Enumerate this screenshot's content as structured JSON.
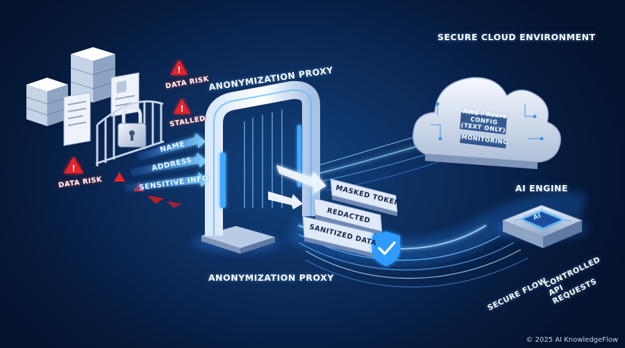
{
  "labels": {
    "secure_cloud": "SECURE CLOUD ENVIRONMENT",
    "proxy_top": "ANONYMIZATION PROXY",
    "proxy_bottom": "ANONYMIZATION PROXY",
    "ai_engine": "AI ENGINE",
    "cloud_config_line1": "AWS / Azure",
    "cloud_config_line2": "CONFIG",
    "cloud_config_line3": "(TEXT ONLY)",
    "cloud_monitoring": "MONITORING",
    "ai_chip": "AI",
    "secure_flow": "SECURE FLOW",
    "controlled_api": "CONTROLLED API REQUESTS"
  },
  "risk_labels": {
    "data_risk_top": "DATA RISK",
    "stalled": "STALLED",
    "data_risk_left": "DATA RISK"
  },
  "input_arrows": [
    "NAME",
    "ADDRESS",
    "SENSITIVE INFO"
  ],
  "output_tags": [
    "MASKED TOKEN",
    "REDACTED",
    "SANITIZED DATA"
  ],
  "footer": "© 2025 AI KnowledgeFlow",
  "colors": {
    "background": "#061a3c",
    "glow": "#3fa8ff",
    "warning": "#e8232a",
    "tag_fill": "#dfe9f7"
  },
  "icons": [
    "server-stack-icon",
    "document-icon",
    "padlock-icon",
    "warning-icon",
    "cloud-icon",
    "shield-check-icon",
    "ai-chip-icon"
  ]
}
